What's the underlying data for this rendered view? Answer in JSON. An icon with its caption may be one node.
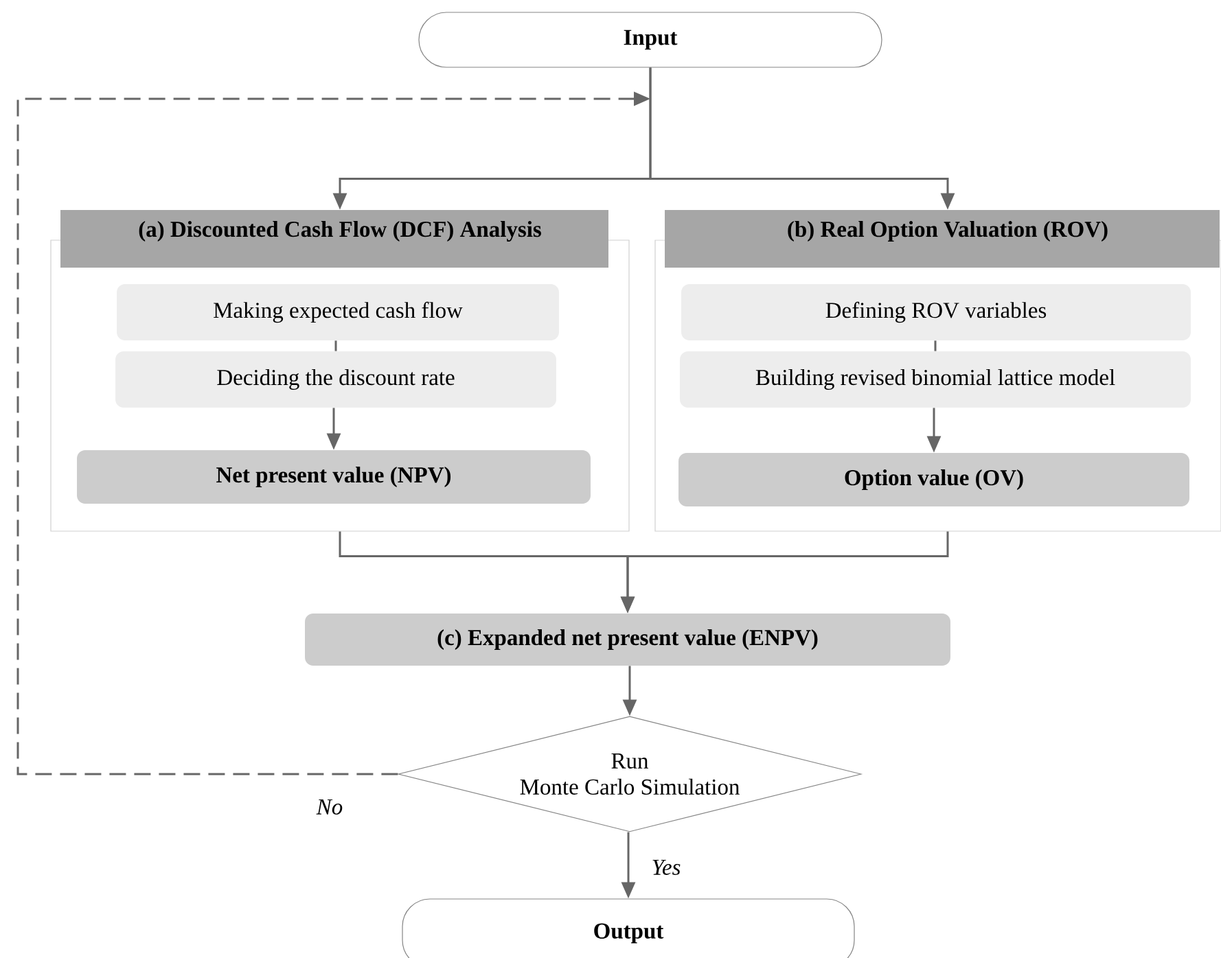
{
  "diagram": {
    "nodes": [
      {
        "text": [
          "Input"
        ]
      },
      {
        "text": [
          "(a) Discounted Cash Flow (DCF) Analysis"
        ]
      },
      {
        "text": [
          "Making expected cash flow"
        ],
        "in": 1
      },
      {
        "text": [
          "Deciding the discount rate"
        ],
        "in": 1
      },
      {
        "text": [
          "Net present value (NPV)"
        ],
        "in": 1
      },
      {
        "text": [
          "(b) Real Option Valuation (ROV)"
        ]
      },
      {
        "text": [
          "Defining ROV variables"
        ],
        "in": 5
      },
      {
        "text": [
          "Building revised binomial lattice model"
        ],
        "in": 5
      },
      {
        "text": [
          "Option value (OV)"
        ],
        "in": 5
      },
      {
        "text": [
          "(c) Expanded net present value (ENPV)"
        ]
      },
      {
        "text": [
          "Run Monte Carlo Simulation"
        ]
      },
      {
        "text": [
          "Output"
        ]
      }
    ],
    "edges": [
      {
        "from": 0,
        "to": 1,
        "arrow": "to"
      },
      {
        "from": 0,
        "to": 5,
        "arrow": "to"
      },
      {
        "from": 2,
        "to": 3,
        "arrow": "none"
      },
      {
        "from": 3,
        "to": 4,
        "arrow": "to"
      },
      {
        "from": 6,
        "to": 7,
        "arrow": "none"
      },
      {
        "from": 7,
        "to": 8,
        "arrow": "to"
      },
      {
        "from": 1,
        "to": 9,
        "arrow": "to"
      },
      {
        "from": 5,
        "to": 9,
        "arrow": "to"
      },
      {
        "from": 9,
        "to": 10,
        "arrow": "to"
      },
      {
        "from": 10,
        "to": 11,
        "arrow": "to",
        "label": "Yes"
      },
      {
        "from": 10,
        "to": 0,
        "arrow": "to",
        "label": "No",
        "style": "dashed"
      }
    ]
  }
}
